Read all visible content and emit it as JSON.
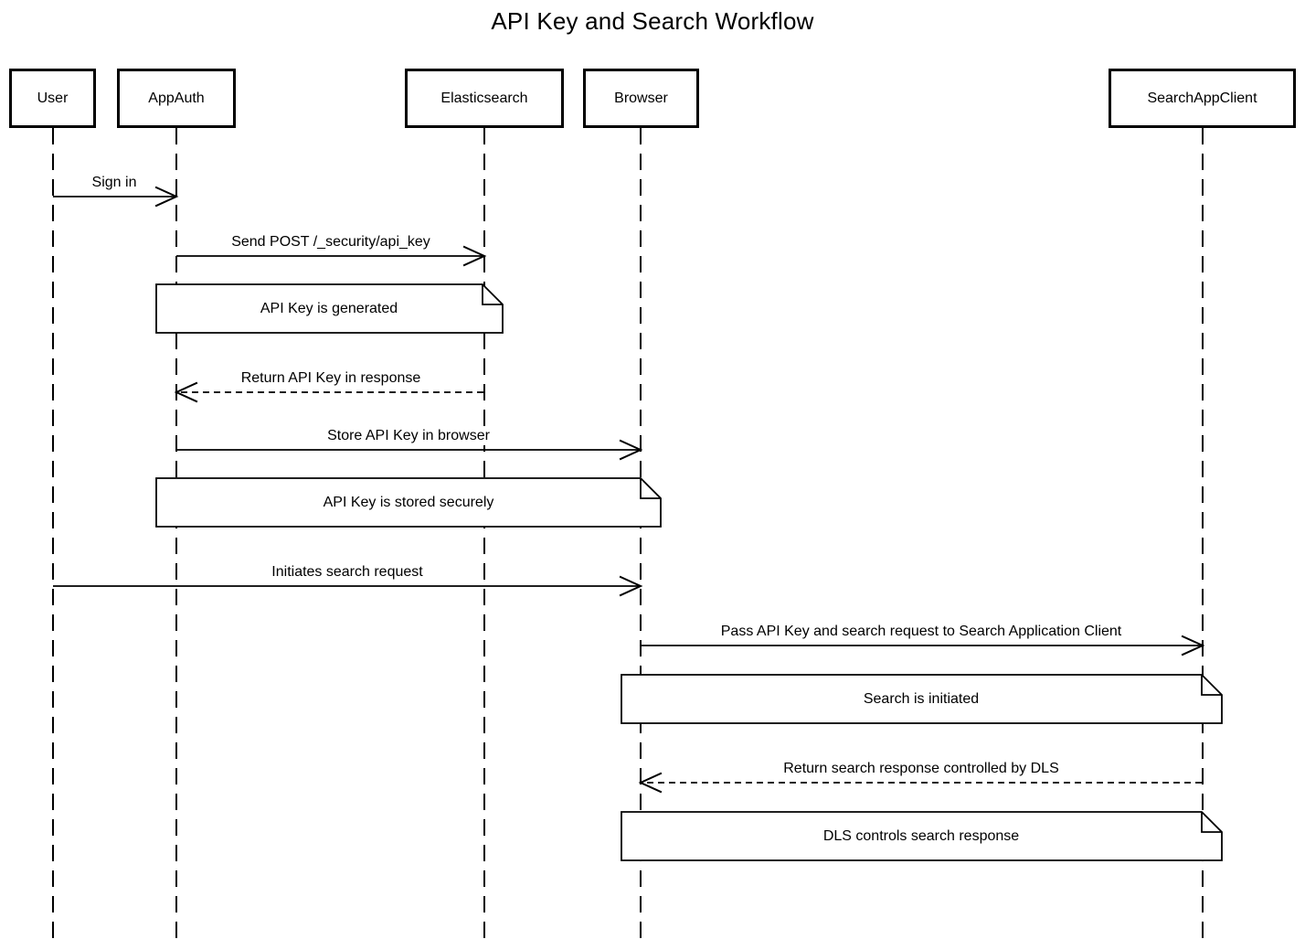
{
  "diagram": {
    "title": "API Key and Search Workflow",
    "type": "sequence-diagram"
  },
  "participants": [
    {
      "name": "User"
    },
    {
      "name": "AppAuth"
    },
    {
      "name": "Elasticsearch"
    },
    {
      "name": "Browser"
    },
    {
      "name": "SearchAppClient"
    }
  ],
  "messages": [
    {
      "label": "Sign in",
      "from": "User",
      "to": "AppAuth",
      "line": "solid"
    },
    {
      "label": "Send POST /_security/api_key",
      "from": "AppAuth",
      "to": "Elasticsearch",
      "line": "solid"
    },
    {
      "label": "Return API Key in response",
      "from": "Elasticsearch",
      "to": "AppAuth",
      "line": "dashed"
    },
    {
      "label": "Store API Key in browser",
      "from": "AppAuth",
      "to": "Browser",
      "line": "solid"
    },
    {
      "label": "Initiates search request",
      "from": "User",
      "to": "Browser",
      "line": "solid"
    },
    {
      "label": "Pass API Key and search request to Search Application Client",
      "from": "Browser",
      "to": "SearchAppClient",
      "line": "solid"
    },
    {
      "label": "Return search response controlled by DLS",
      "from": "SearchAppClient",
      "to": "Browser",
      "line": "dashed"
    }
  ],
  "notes": [
    {
      "text": "API Key is generated",
      "over": [
        "AppAuth",
        "Elasticsearch"
      ]
    },
    {
      "text": "API Key is stored securely",
      "over": [
        "AppAuth",
        "Browser"
      ]
    },
    {
      "text": "Search is initiated",
      "over": [
        "Browser",
        "SearchAppClient"
      ]
    },
    {
      "text": "DLS controls search response",
      "over": [
        "Browser",
        "SearchAppClient"
      ]
    }
  ],
  "colors": {
    "stroke": "#000000",
    "background": "#ffffff",
    "note_fill": "#ffffff",
    "text": "#000000"
  }
}
